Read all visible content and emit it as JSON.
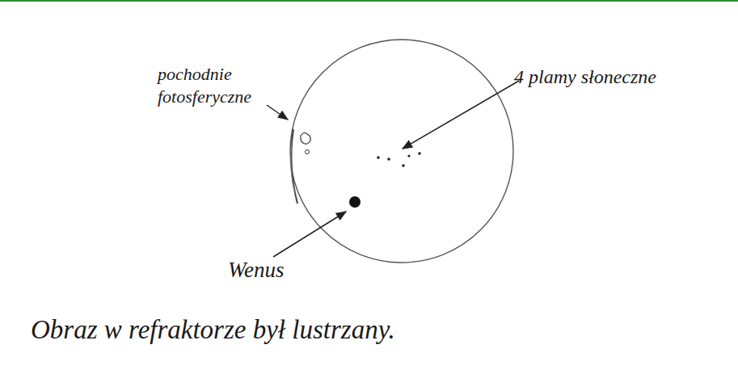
{
  "diagram": {
    "labels": [
      "pochodnie fotosferyczne",
      "4 plamy słoneczne",
      "Wenus",
      "Obraz w refraktorze był lustrzany."
    ]
  }
}
